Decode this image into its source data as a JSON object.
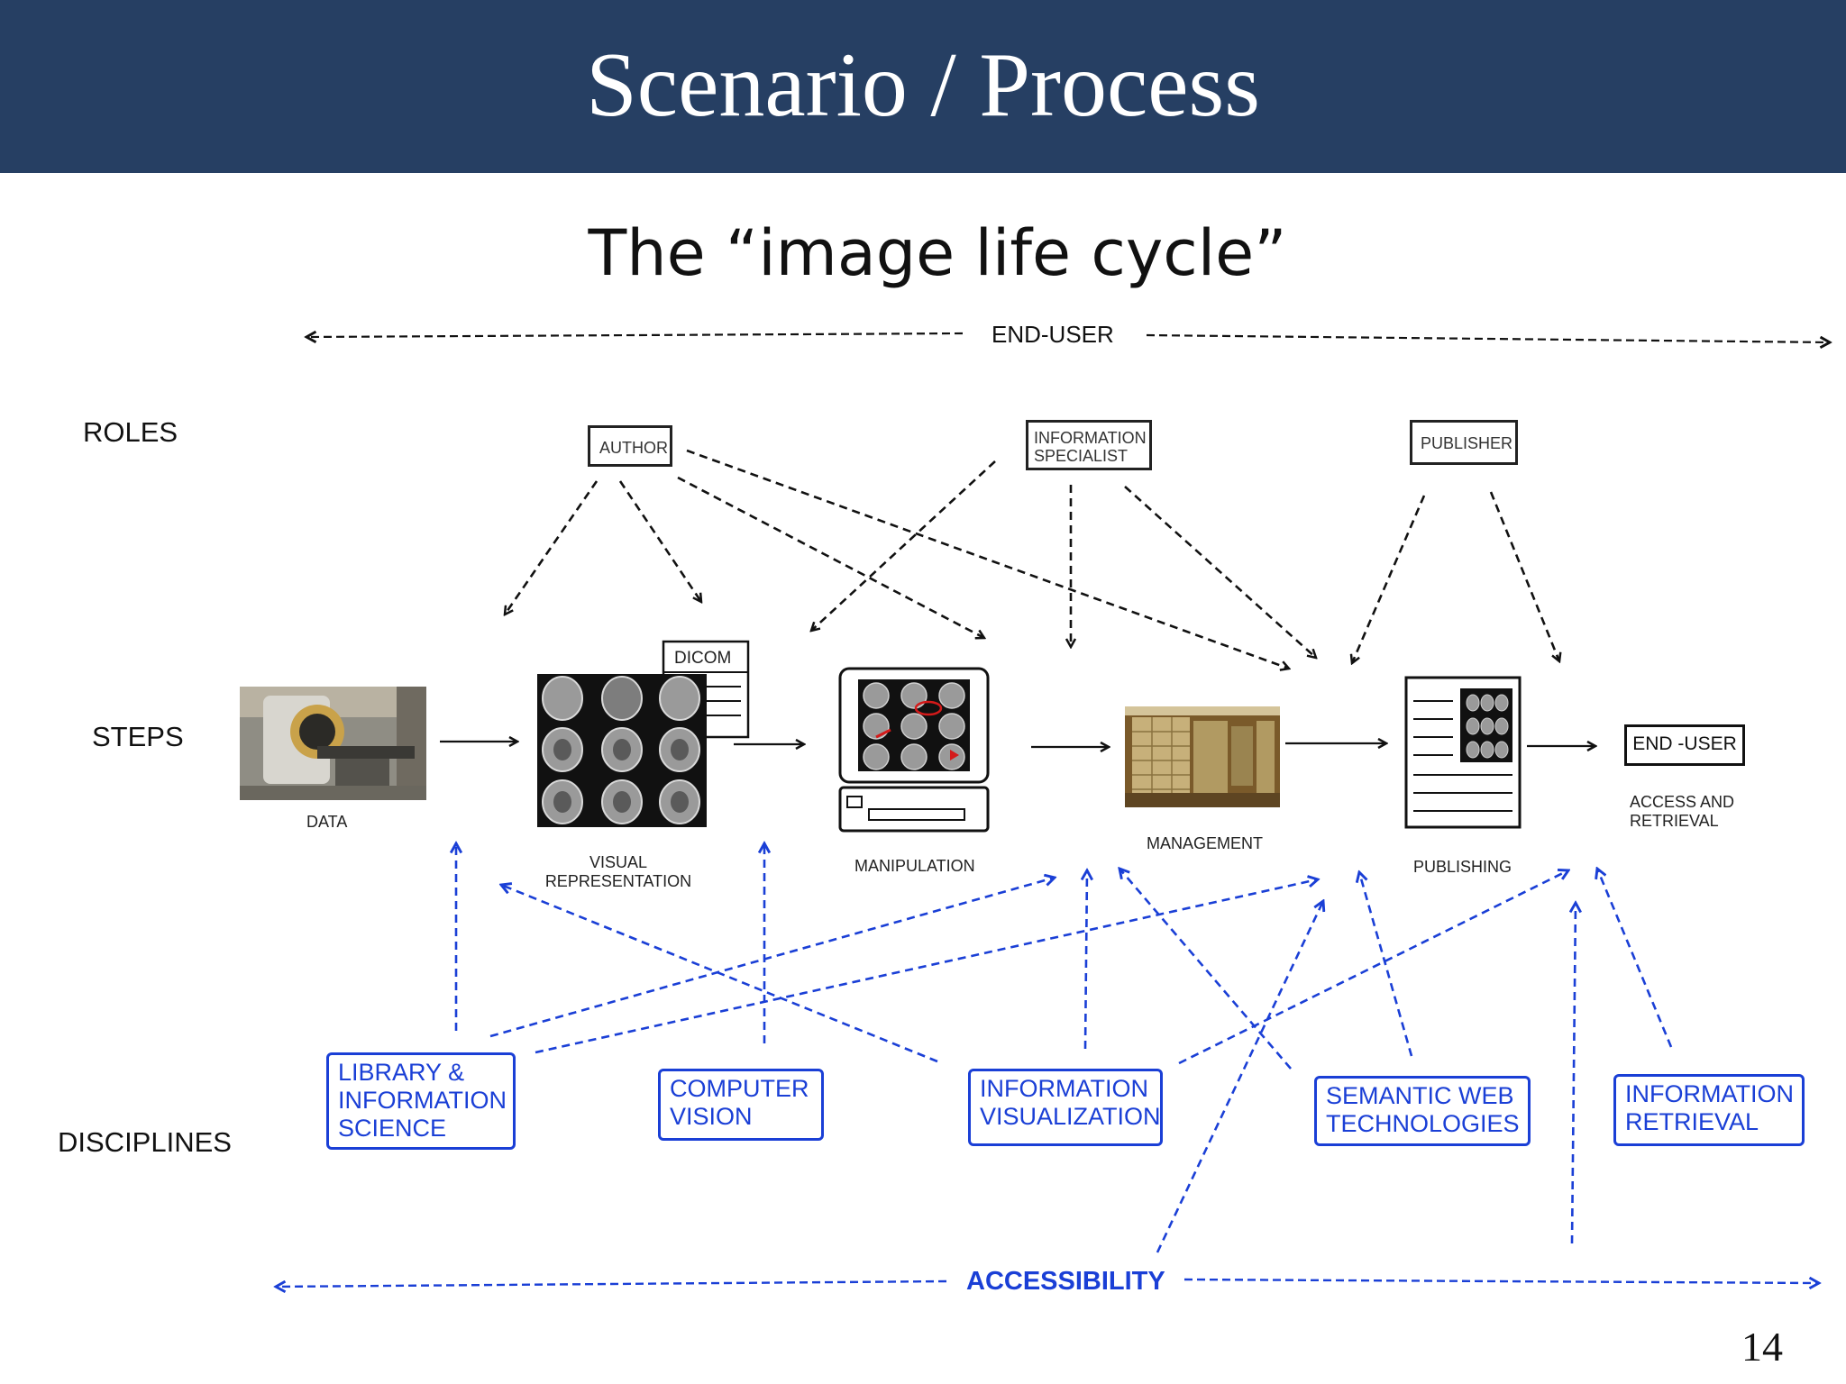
{
  "slide": {
    "title": "Scenario / Process",
    "subtitle": "The “image life cycle”",
    "page_number": "14"
  },
  "top_axis": {
    "label": "END-USER"
  },
  "bottom_axis": {
    "label": "ACCESSIBILITY"
  },
  "rows": {
    "roles": "ROLES",
    "steps": "STEPS",
    "disciplines": "DISCIPLINES"
  },
  "roles": {
    "author": "AUTHOR",
    "info_specialist_line1": "INFORMATION",
    "info_specialist_line2": "SPECIALIST",
    "publisher": "PUBLISHER"
  },
  "steps": {
    "data": "DATA",
    "visual_line1": "VISUAL",
    "visual_line2": "REPRESENTATION",
    "dicom": "DICOM",
    "manipulation": "MANIPULATION",
    "management": "MANAGEMENT",
    "publishing": "PUBLISHING",
    "end_user_box": "END -USER",
    "access_line1": "ACCESS AND",
    "access_line2": "RETRIEVAL"
  },
  "disciplines": {
    "lis_line1": "LIBRARY &",
    "lis_line2": "INFORMATION",
    "lis_line3": "SCIENCE",
    "cv_line1": "COMPUTER",
    "cv_line2": "VISION",
    "iv_line1": "INFORMATION",
    "iv_line2": "VISUALIZATION",
    "sw_line1": "SEMANTIC WEB",
    "sw_line2": "TECHNOLOGIES",
    "ir_line1": "INFORMATION",
    "ir_line2": "RETRIEVAL"
  },
  "colors": {
    "header_bg": "#263f63",
    "discipline_blue": "#1a3fd6",
    "arrow_black": "#111111"
  }
}
